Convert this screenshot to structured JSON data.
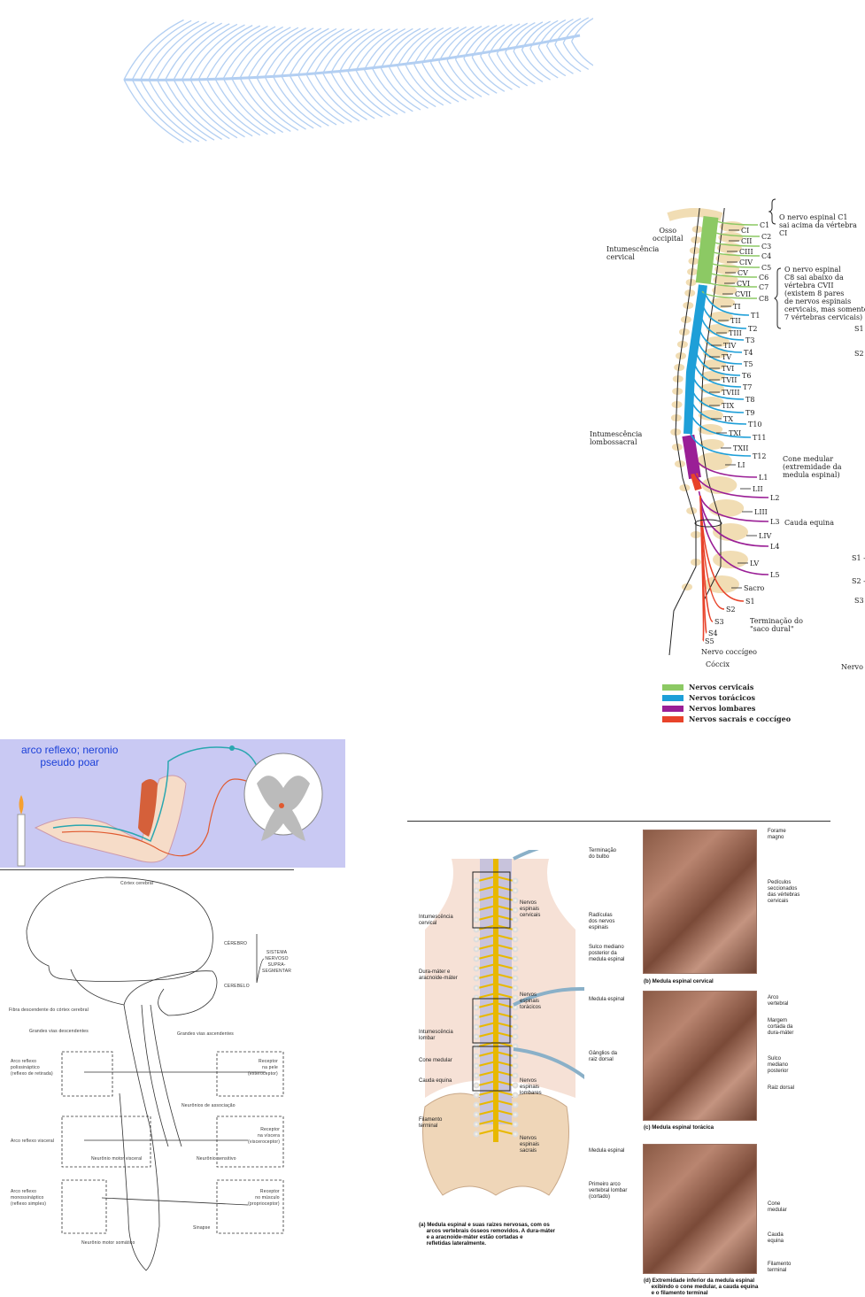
{
  "feather": {
    "color": "#b3cff2"
  },
  "spine_figure": {
    "left_labels": {
      "occipital": "Osso\noccipital",
      "cervical_enlargement": "Intumescência\ncervical",
      "lumbosacral_enlargement": "Intumescência\nlombossacral"
    },
    "vertebrae": [
      "CI",
      "CII",
      "CIII",
      "CIV",
      "CV",
      "CVI",
      "CVII",
      "TI",
      "TII",
      "TIII",
      "TIV",
      "TV",
      "TVI",
      "TVII",
      "TVIII",
      "TIX",
      "TX",
      "TXI",
      "TXII",
      "LI",
      "LII",
      "LIII",
      "LIV",
      "LV",
      "Sacro"
    ],
    "nerves": [
      "C1",
      "C2",
      "C3",
      "C4",
      "C5",
      "C6",
      "C7",
      "C8",
      "T1",
      "T2",
      "T3",
      "T4",
      "T5",
      "T6",
      "T7",
      "T8",
      "T9",
      "T10",
      "T11",
      "T12",
      "L1",
      "L2",
      "L3",
      "L4",
      "L5",
      "S1",
      "S2",
      "S3",
      "S4",
      "S5"
    ],
    "note_c1": "O nervo espinal C1\nsai acima da vértebra\nCI",
    "note_c8": "O nervo espinal\nC8 sai abaixo da\nvértebra CVII\n(existem 8 pares\nde nervos espinais\ncervicais, mas somente\n7 vértebras cervicais)",
    "cone": "Cone medular\n(extremidade da\nmedula espinal)",
    "cauda": "Cauda equina",
    "dural_sac": "Terminação do\n\"saco dural\"",
    "coccygeal_nerve": "Nervo coccígeo",
    "coccyx": "Cóccix",
    "edge_labels": [
      "S1",
      "S2",
      "S1 -",
      "S2 -",
      "S3",
      "Nervo"
    ],
    "legend": [
      {
        "label": "Nervos cervicais",
        "color": "#8cc964"
      },
      {
        "label": "Nervos torácicos",
        "color": "#1e9fd8"
      },
      {
        "label": "Nervos lombares",
        "color": "#9a1f96"
      },
      {
        "label": "Nervos sacrais e coccígeo",
        "color": "#e8432a"
      }
    ]
  },
  "reflex_panel": {
    "caption": "arco reflexo; neronio\npseudo poar",
    "bg": "#c9c9f3"
  },
  "nervous_diagram": {
    "cortex": "Córtex cerebral",
    "cerebrum": "CÉREBRO",
    "cerebellum": "CEREBELO",
    "system": "SISTEMA\nNERVOSO\nSUPRA-\nSEGMENTAR",
    "fiber": "Fibra descendente do córtex cerebral",
    "desc": "Grandes vias descendentes",
    "asc": "Grandes vias ascendentes",
    "poly": "Arco reflexo\npolissináptico\n(reflexo de retirada)",
    "skin": "Receptor\nna pele\n(exteroceptor)",
    "assoc": "Neurônios de associação",
    "visceral": "Arco reflexo visceral",
    "viscera": "Receptor\nna víscera\n(visceroceptor)",
    "motor_visc": "Neurônio motor visceral",
    "sensory": "Neurônio sensitivo",
    "mono": "Arco reflexo\nmonossináptico\n(reflexo simples)",
    "muscle": "Receptor\nno músculo\n(proprioceptor)",
    "synapse": "Sinapse",
    "motor_som": "Neurônio motor somático"
  },
  "anatomy_figure": {
    "left": {
      "cerv_enl": "Intumescência\ncervical",
      "dura": "Dura-máter e\naracnoide-máter",
      "lumb_enl": "Intumescência\nlombar",
      "cone": "Cone medular",
      "cauda": "Cauda equina",
      "filum": "Filamento\nterminal",
      "n_cerv": "Nervos\nespinais\ncervicais",
      "n_thor": "Nervos\nespinais\ntorácicos",
      "n_lumb": "Nervos\nespinais\nlombares",
      "n_sacr": "Nervos\nespinais\nsacrais",
      "caption": "(a) Medula espinal e suas raízes nervosas, com os\n     arcos vertebrais ósseos removidos. A dura-máter\n     e a aracnoide-máter estão cortadas e\n     refletidas lateralmente."
    },
    "b": {
      "bulb": "Terminação\ndo bulbo",
      "rootlets": "Radículas\ndos nervos\nespinais",
      "sulcus": "Sulco mediano\nposterior da\nmedula espinal",
      "foramen": "Forame\nmagno",
      "pedicles": "Pedículos\nseccionados\ndas vértebras\ncervicais",
      "caption": "(b) Medula espinal cervical"
    },
    "c": {
      "cord": "Medula espinal",
      "ganglia": "Gânglios da\nraiz dorsal",
      "arch": "Arco\nvertebral",
      "dura": "Margem\ncortada da\ndura-máter",
      "sulcus": "Sulco\nmediano\nposterior",
      "root": "Raiz dorsal",
      "caption": "(c) Medula espinal torácica"
    },
    "d": {
      "cord": "Medula espinal",
      "arch": "Primeiro arco\nvertebral lombar\n(cortado)",
      "cone": "Cone\nmedular",
      "cauda": "Cauda\nequina",
      "filum": "Filamento\nterminal",
      "caption": "(d) Extremidade inferior da medula espinal\n     exibindo o cone medular, a cauda equina\n     e o filamento terminal"
    }
  }
}
